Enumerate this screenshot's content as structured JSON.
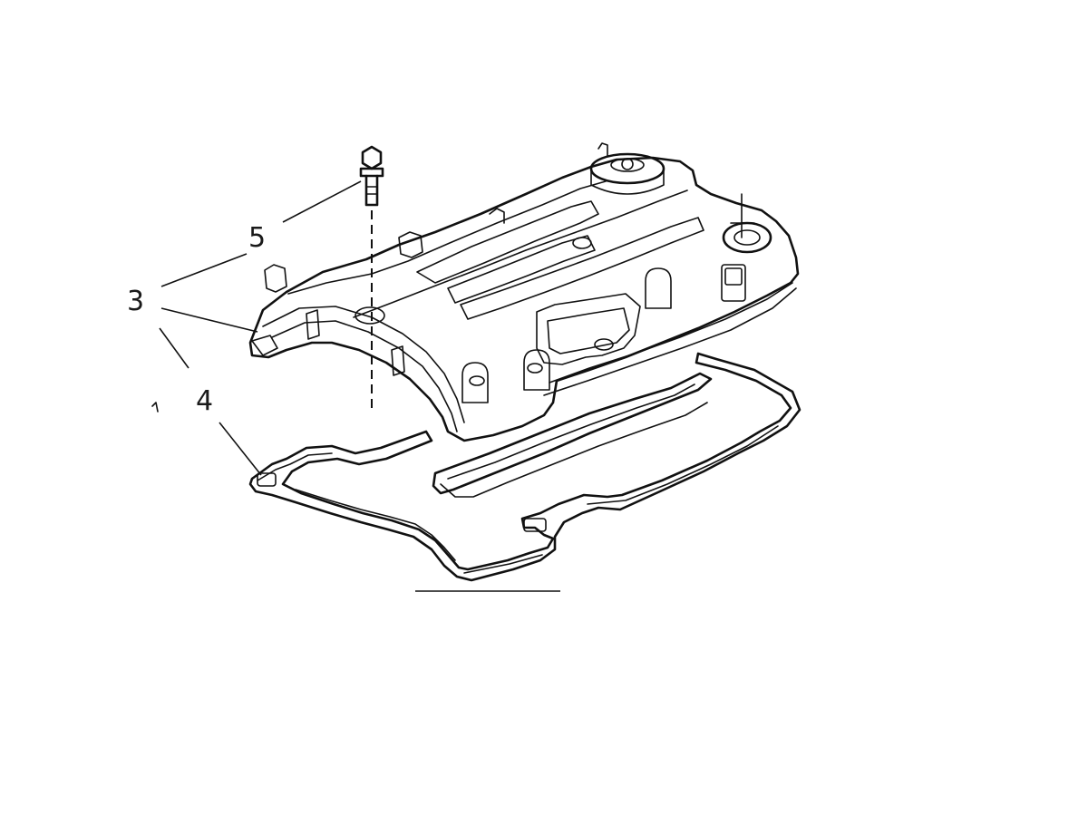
{
  "callouts": {
    "cover": "3",
    "gasket": "4",
    "bolt": "5"
  },
  "colors": {
    "line": "#111111",
    "background": "#ffffff"
  }
}
